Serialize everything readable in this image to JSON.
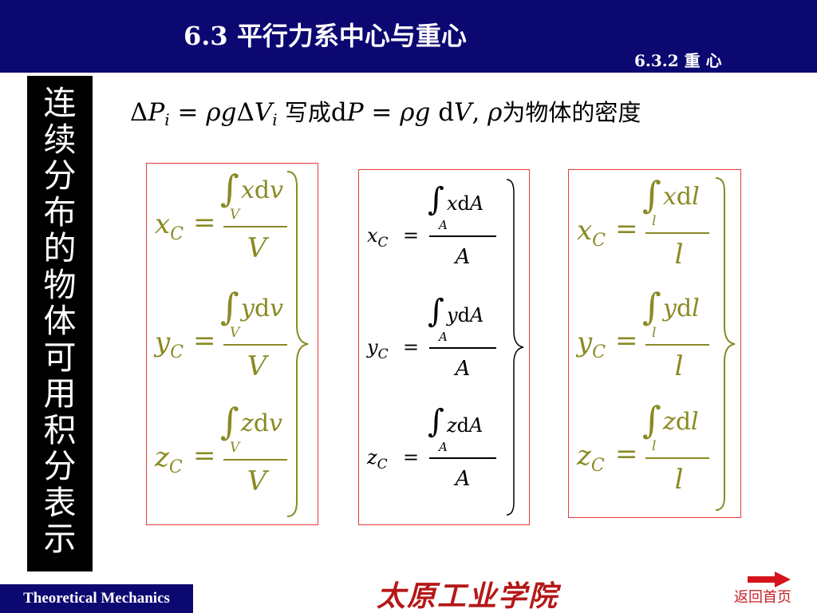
{
  "header": {
    "title": "6.3  平行力系中心与重心",
    "subtitle": "6.3.2   重  心"
  },
  "sidebar": {
    "chars": [
      "连",
      "续",
      "分",
      "布",
      "的",
      "物",
      "体",
      "可",
      "用",
      "积",
      "分",
      "表",
      "示"
    ]
  },
  "intro": {
    "lhs_delta": "Δ",
    "lhs_p": "P",
    "lhs_sub": "i",
    "eq1": " = ",
    "rho1": "ρ",
    "g1": "g",
    "delta2": "Δ",
    "v1": "V",
    "v_sub": "i",
    "cn1": " 写成",
    "dp": "d",
    "p2": "P",
    "eq2": " = ",
    "rho2": "ρ",
    "g2": "g",
    "dv": " d",
    "v2": "V",
    "comma": ", ",
    "rho3": "ρ",
    "cn2": "为物体的密度"
  },
  "volume_box": {
    "color": "#8a8a24",
    "formulas": [
      {
        "var": "x",
        "sub": "C",
        "equals": "=",
        "integral": "∫",
        "limit": "V",
        "var_num": "x",
        "d": "d",
        "diff": "v",
        "denom": "V"
      },
      {
        "var": "y",
        "sub": "C",
        "equals": "=",
        "integral": "∫",
        "limit": "V",
        "var_num": "y",
        "d": "d",
        "diff": "v",
        "denom": "V"
      },
      {
        "var": "z",
        "sub": "C",
        "equals": "=",
        "integral": "∫",
        "limit": "V",
        "var_num": "z",
        "d": "d",
        "diff": "v",
        "denom": "V"
      }
    ]
  },
  "area_box": {
    "color": "#000000",
    "formulas": [
      {
        "var": "x",
        "sub": "C",
        "equals": "=",
        "integral": "∫",
        "limit": "A",
        "var_num": "x",
        "d": "d",
        "diff": "A",
        "denom": "A"
      },
      {
        "var": "y",
        "sub": "C",
        "equals": "=",
        "integral": "∫",
        "limit": "A",
        "var_num": "y",
        "d": "d",
        "diff": "A",
        "denom": "A"
      },
      {
        "var": "z",
        "sub": "C",
        "equals": "=",
        "integral": "∫",
        "limit": "A",
        "var_num": "z",
        "d": "d",
        "diff": "A",
        "denom": "A"
      }
    ]
  },
  "line_box": {
    "color": "#8a8a24",
    "formulas": [
      {
        "var": "x",
        "sub": "C",
        "equals": "=",
        "integral": "∫",
        "limit": "l",
        "var_num": "x",
        "d": "d",
        "diff": "l",
        "denom": "l"
      },
      {
        "var": "y",
        "sub": "C",
        "equals": "=",
        "integral": "∫",
        "limit": "l",
        "var_num": "y",
        "d": "d",
        "diff": "l",
        "denom": "l"
      },
      {
        "var": "z",
        "sub": "C",
        "equals": "=",
        "integral": "∫",
        "limit": "l",
        "var_num": "z",
        "d": "d",
        "diff": "l",
        "denom": "l"
      }
    ]
  },
  "footer": {
    "course": "Theoretical Mechanics",
    "school": "太原工业学院",
    "home_label": "返回首页",
    "home_icon": "arrow-right-icon",
    "home_icon_color": "#d6141b"
  },
  "colors": {
    "header_bg": "#0c0872",
    "box_border": "#e83a3a",
    "sidebar_bg": "#000000"
  }
}
